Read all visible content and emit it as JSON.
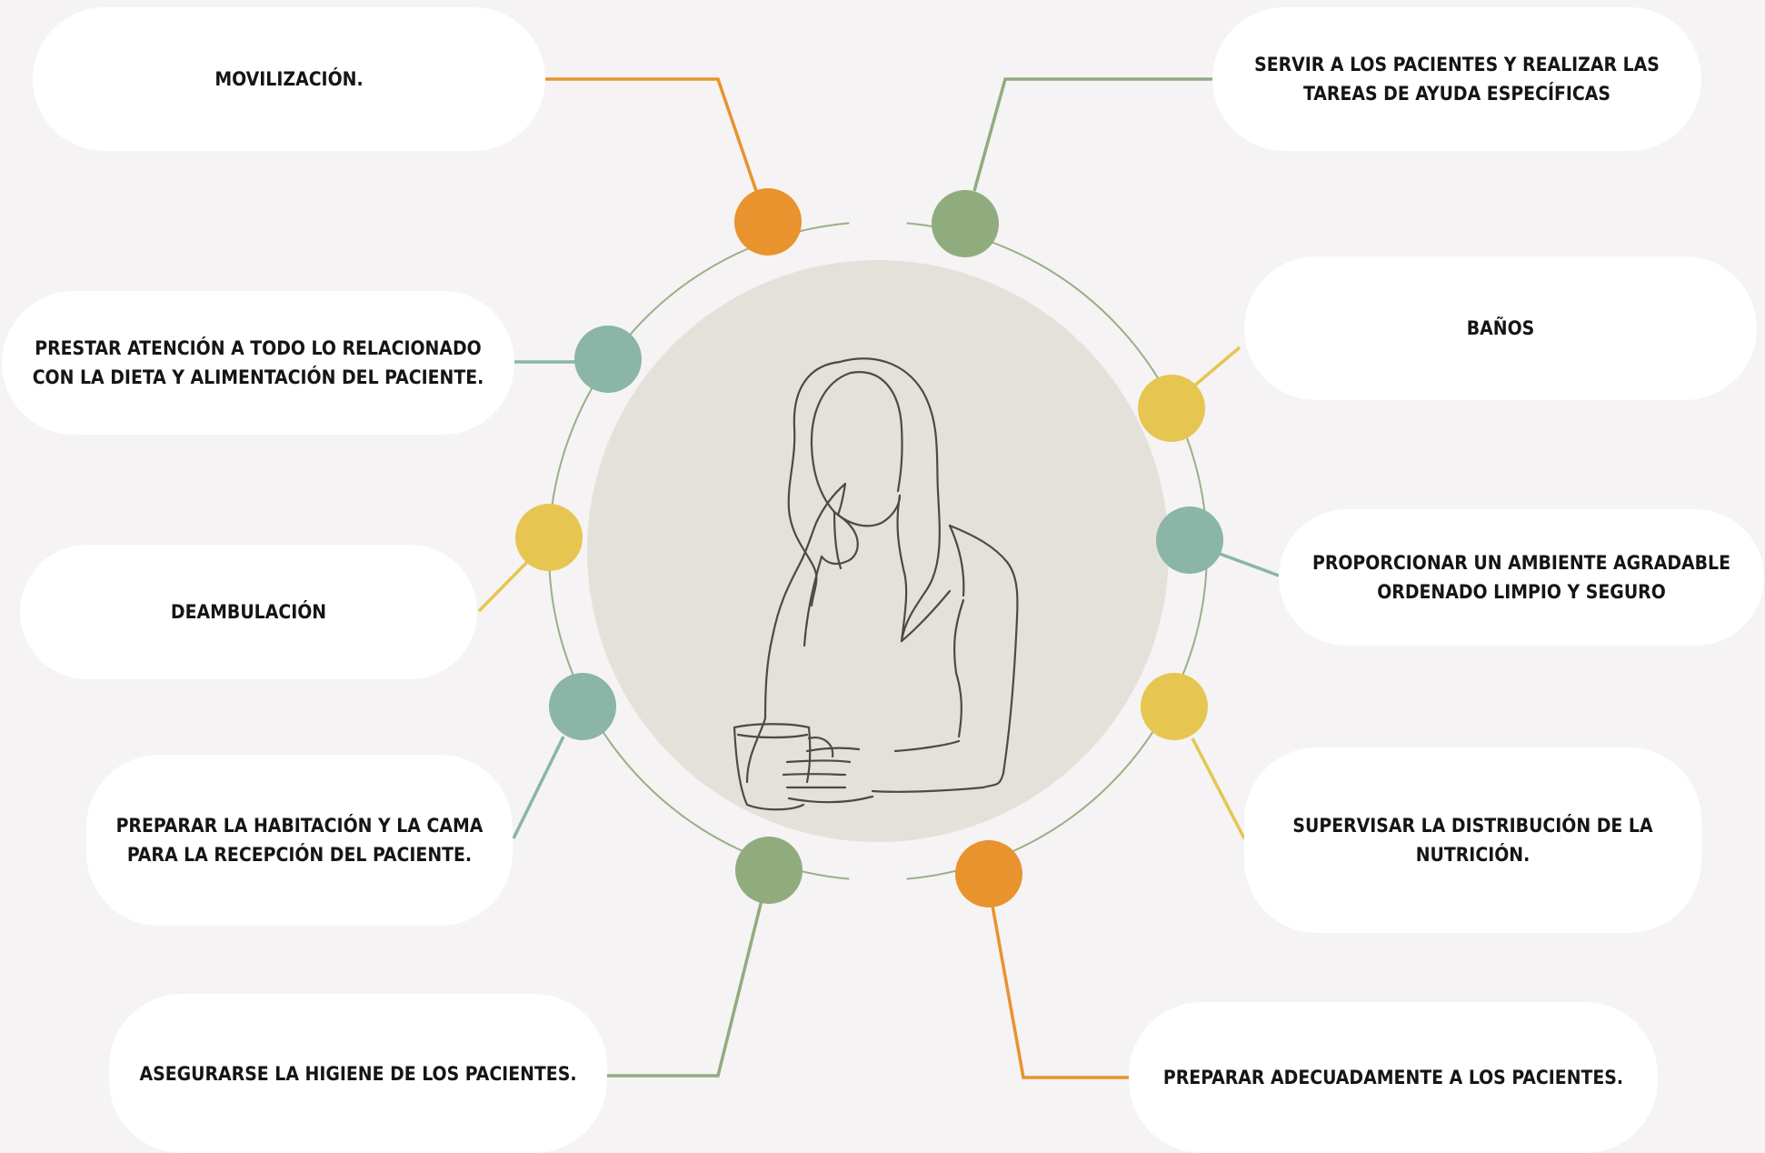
{
  "colors": {
    "background": "#f5f3f3",
    "card": "#ffffff",
    "orange": "#e8932e",
    "green": "#90ac7f",
    "teal": "#8ab5a7",
    "yellow": "#e6c551",
    "ring": "#98b087",
    "center_disc": "#e4e1da",
    "line_art": "#4a4a4a"
  },
  "illustration": {
    "icon": "woman-thinking-with-mug-line-art"
  },
  "tasks": [
    {
      "id": "movilizacion",
      "label": "MOVILIZACIÓN.",
      "color": "orange"
    },
    {
      "id": "servir",
      "label": "SERVIR A LOS PACIENTES Y REALIZAR LAS TAREAS DE AYUDA ESPECÍFICAS",
      "color": "green"
    },
    {
      "id": "dieta",
      "label": "PRESTAR ATENCIÓN A TODO LO RELACIONADO CON LA DIETA Y ALIMENTACIÓN DEL PACIENTE.",
      "color": "teal"
    },
    {
      "id": "banos",
      "label": "BAÑOS",
      "color": "yellow"
    },
    {
      "id": "deambulacion",
      "label": "DEAMBULACIÓN",
      "color": "yellow"
    },
    {
      "id": "ambiente",
      "label": "PROPORCIONAR UN AMBIENTE AGRADABLE ORDENADO LIMPIO Y SEGURO",
      "color": "teal"
    },
    {
      "id": "habitacion",
      "label": "PREPARAR LA HABITACIÓN Y LA CAMA PARA LA RECEPCIÓN DEL PACIENTE.",
      "color": "teal"
    },
    {
      "id": "nutricion",
      "label": "SUPERVISAR LA DISTRIBUCIÓN DE LA NUTRICIÓN.",
      "color": "yellow"
    },
    {
      "id": "higiene",
      "label": "ASEGURARSE LA HIGIENE DE LOS PACIENTES.",
      "color": "green"
    },
    {
      "id": "preparar",
      "label": "PREPARAR ADECUADAMENTE A LOS PACIENTES.",
      "color": "orange"
    }
  ]
}
